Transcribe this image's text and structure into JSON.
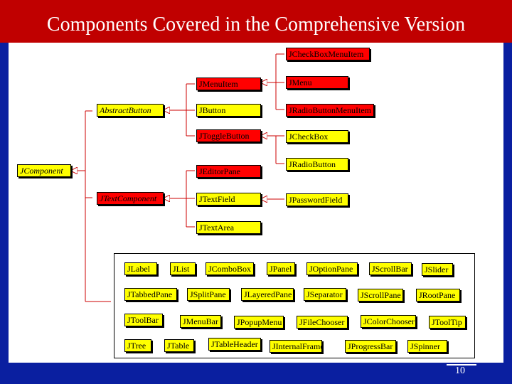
{
  "slide": {
    "title": "Components Covered in the Comprehensive Version",
    "page_number": "10"
  },
  "colors": {
    "top_bar": "#c00000",
    "frame": "#0a1fa0",
    "box_yellow": "#ffff00",
    "box_red": "#ff0000",
    "connector": "#cc0000"
  },
  "diagram": {
    "root": "JComponent",
    "abstract_button": "AbstractButton",
    "text_component": "JTextComponent",
    "jmenuitem": "JMenuItem",
    "jbutton": "JButton",
    "jtogglebutton": "JToggleButton",
    "jeditorpane": "JEditorPane",
    "jtextfield": "JTextField",
    "jtextarea": "JTextArea",
    "jcheckboxmenuitem": "JCheckBoxMenuItem",
    "jmenu": "JMenu",
    "jradiobuttonmenuitem": "JRadioButtonMenuItem",
    "jcheckbox": "JCheckBox",
    "jradiobutton": "JRadioButton",
    "jpasswordfield": "JPasswordField",
    "others": [
      "JLabel",
      "JList",
      "JComboBox",
      "JPanel",
      "JOptionPane",
      "JScrollBar",
      "JSlider",
      "JTabbedPane",
      "JSplitPane",
      "JLayeredPane",
      "JSeparator",
      "JScrollPane",
      "JRootPane",
      "JToolBar",
      "JMenuBar",
      "JPopupMenu",
      "JFileChooser",
      "JColorChooser",
      "JToolTip",
      "JTree",
      "JTable",
      "JTableHeader",
      "JInternalFrame",
      "JProgressBar",
      "JSpinner"
    ]
  }
}
